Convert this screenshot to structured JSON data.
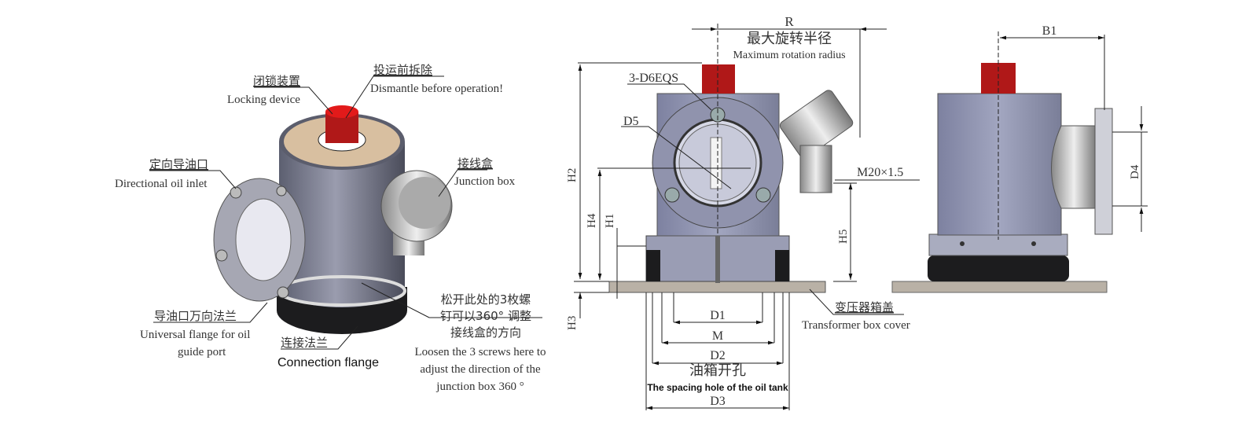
{
  "left_view": {
    "locking_cn": "闭锁装置",
    "locking_en": "Locking device",
    "dismantle_cn": "投运前拆除",
    "dismantle_en": "Dismantle before operation!",
    "oil_inlet_cn": "定向导油口",
    "oil_inlet_en": "Directional oil inlet",
    "junction_cn": "接线盒",
    "junction_en": "Junction box",
    "universal_cn": "导油口万向法兰",
    "universal_en_1": "Universal flange for oil",
    "universal_en_2": "guide port",
    "connection_cn": "连接法兰",
    "connection_en": "Connection flange",
    "loosen_cn_1": "松开此处的3枚螺",
    "loosen_cn_2": "钉可以360° 调整",
    "loosen_cn_3": "接线盒的方向",
    "loosen_en_1": "Loosen the 3 screws here to",
    "loosen_en_2": "adjust the direction of the",
    "loosen_en_3": "junction box 360 °"
  },
  "front_view": {
    "R": "R",
    "max_radius_cn": "最大旋转半径",
    "max_radius_en": "Maximum rotation radius",
    "holes": "3-D6EQS",
    "D5": "D5",
    "thread": "M20×1.5",
    "H1": "H1",
    "H2": "H2",
    "H3": "H3",
    "H4": "H4",
    "H5": "H5",
    "D1": "D1",
    "M": "M",
    "D2": "D2",
    "D3": "D3",
    "tank_hole_cn": "油箱开孔",
    "tank_hole_en": "The spacing hole of the oil tank",
    "cover_cn": "变压器箱盖",
    "cover_en": "Transformer box cover"
  },
  "side_view": {
    "B1": "B1",
    "D4": "D4"
  },
  "colors": {
    "cap_red": "#b01818",
    "body": "#8d90a6",
    "base": "#222222",
    "plate": "#b9b1a6"
  }
}
